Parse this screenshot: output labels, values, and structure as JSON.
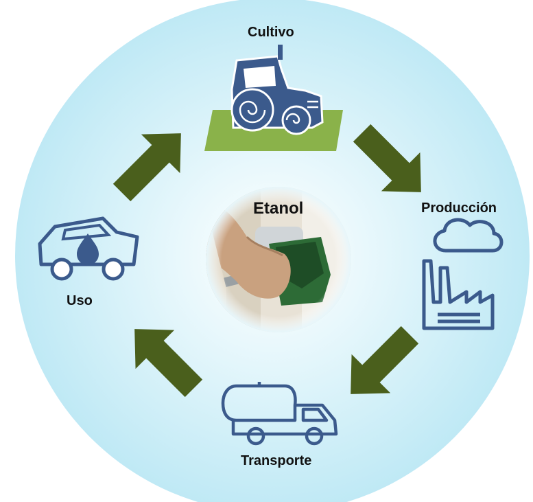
{
  "diagram": {
    "center_label": "Etanol",
    "stages": [
      {
        "id": "cultivo",
        "label": "Cultivo",
        "icon": "tractor-icon"
      },
      {
        "id": "produccion",
        "label": "Producción",
        "icon": "factory-icon"
      },
      {
        "id": "transporte",
        "label": "Transporte",
        "icon": "tanker-truck-icon"
      },
      {
        "id": "uso",
        "label": "Uso",
        "icon": "car-with-fuel-drop-icon"
      }
    ],
    "colors": {
      "background_circle": "#d5f0f8",
      "icon_stroke": "#3b5a8c",
      "field": "#8ab24a",
      "arrow": "#4a5f1c"
    }
  }
}
